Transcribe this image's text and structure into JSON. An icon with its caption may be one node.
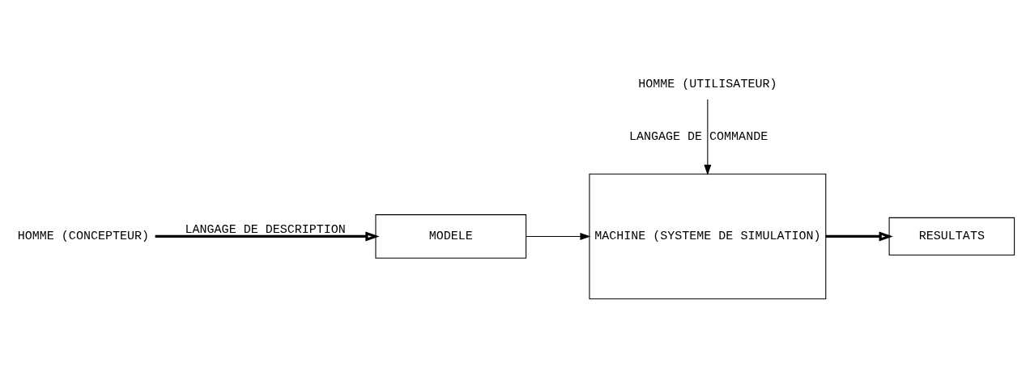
{
  "diagram": {
    "nodes": [
      {
        "text": [
          "HOMME (CONCEPTEUR)"
        ]
      },
      {
        "text": [
          "MODELE"
        ]
      },
      {
        "text": [
          "MACHINE (SYSTEME DE SIMULATION)"
        ]
      },
      {
        "text": [
          "RESULTATS"
        ]
      },
      {
        "text": [
          "HOMME (UTILISATEUR)"
        ]
      }
    ],
    "edges": [
      {
        "from": 0,
        "to": 1,
        "arrow": "to",
        "label": "LANGAGE DE DESCRIPTION",
        "style": "thick"
      },
      {
        "from": 1,
        "to": 2,
        "arrow": "to"
      },
      {
        "from": 2,
        "to": 3,
        "arrow": "to",
        "style": "thick"
      },
      {
        "from": 4,
        "to": 2,
        "arrow": "to",
        "label": "LANGAGE DE COMMANDE"
      }
    ]
  }
}
